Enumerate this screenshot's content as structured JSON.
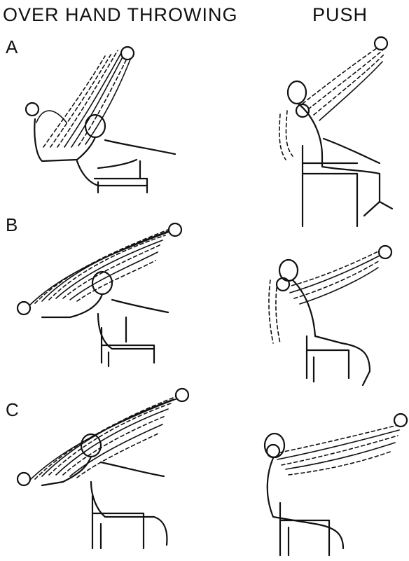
{
  "titles": {
    "left": "OVER HAND THROWING",
    "right": "PUSH"
  },
  "rows": [
    {
      "label": "A"
    },
    {
      "label": "B"
    },
    {
      "label": "C"
    }
  ]
}
